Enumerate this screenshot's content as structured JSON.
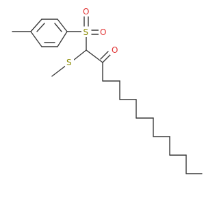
{
  "atoms": {
    "sulfonyl_s": "S",
    "sulfonyl_o_top": "O",
    "sulfonyl_o_right": "O",
    "thioether_s": "S",
    "ketone_o": "O"
  }
}
